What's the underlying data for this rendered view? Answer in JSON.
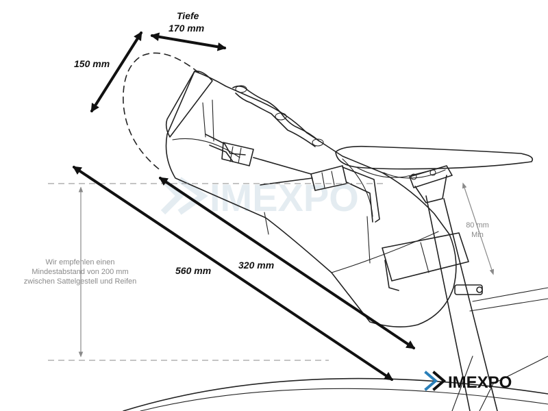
{
  "labels": {
    "depth_word": "Tiefe",
    "depth_value": "170 mm",
    "height_value": "150 mm",
    "total_length": "560 mm",
    "bag_length": "320 mm",
    "clearance_value": "80 mm",
    "clearance_min": "Min"
  },
  "recommendation": {
    "line1": "Wir empfehlen einen",
    "line2": "Mindestabstand von 200 mm",
    "line3": "zwischen Sattelgestell und Reifen"
  },
  "brand": {
    "watermark": "IMEXPO",
    "logo_text": "IMEXPO"
  },
  "colors": {
    "line": "#222222",
    "grey": "#8a8a8a",
    "watermark": "#cfdde6"
  }
}
